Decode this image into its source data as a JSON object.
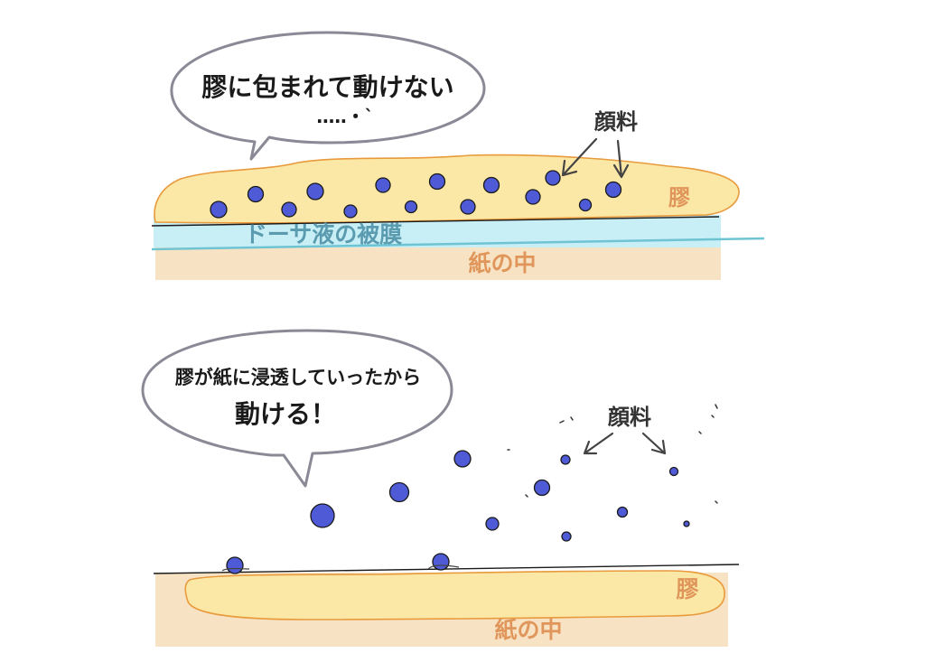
{
  "colors": {
    "glue_fill": "#fbe8a6",
    "glue_stroke": "#e89a3c",
    "paper_fill": "#f7e3c4",
    "film_fill": "#c8eef6",
    "film_line": "#6fc4d4",
    "pigment_fill": "#4f5ad6",
    "pigment_stroke": "#1a1a1a",
    "bubble_stroke": "#8a8a96",
    "arrow_stroke": "#444444",
    "label_orange": "#e0965a",
    "label_teal": "#5a9bb0"
  },
  "top_panel": {
    "bubble_line1": "膠に包まれて動けない",
    "bubble_line2": "…‥・`",
    "pigment_label": "顔料",
    "glue_label": "膠",
    "film_label": "ドーサ液の被膜",
    "paper_label": "紙の中"
  },
  "bottom_panel": {
    "bubble_line1": "膠が紙に浸透していったから",
    "bubble_line2": "動ける！",
    "pigment_label": "顔料",
    "glue_label": "膠",
    "paper_label": "紙の中"
  }
}
